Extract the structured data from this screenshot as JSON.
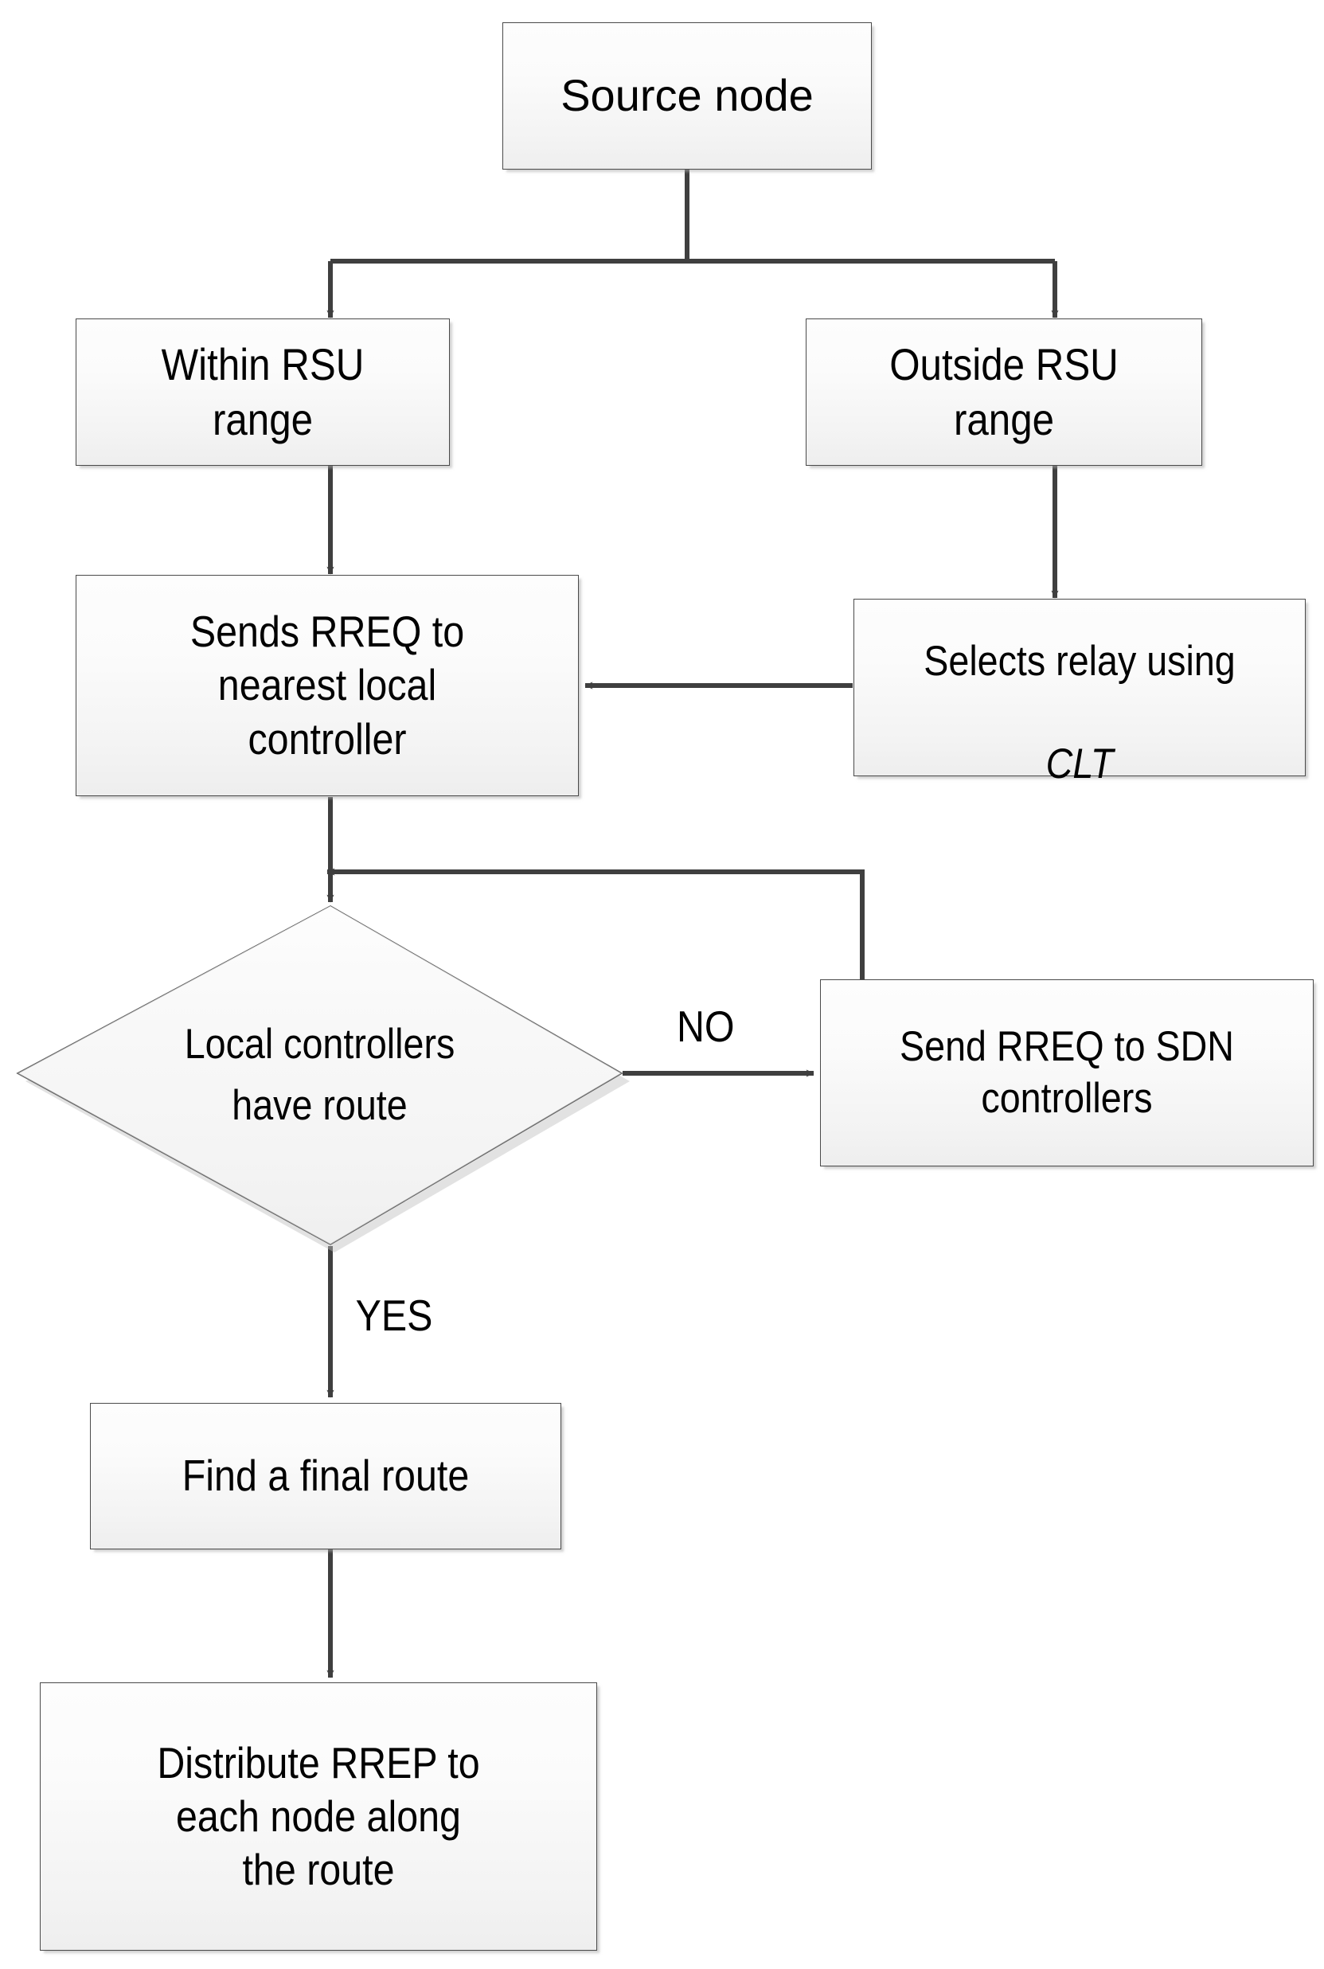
{
  "diagram": {
    "title": "SDN-VANET routing request flowchart",
    "background_color": "#ffffff",
    "node_fill_top": "#fdfdfd",
    "node_fill_bottom": "#eeeeee",
    "node_border_color": "#4a4a4a",
    "connector_color": "#3f3f3f",
    "text_color": "#000000"
  },
  "nodes": {
    "source": {
      "label": "Source node",
      "shape": "rectangle"
    },
    "within_rsu": {
      "label": "Within RSU range",
      "shape": "rectangle"
    },
    "outside_rsu": {
      "label": "Outside RSU range",
      "shape": "rectangle"
    },
    "sends_rreq_local": {
      "label": "Sends RREQ to\nnearest local\ncontroller",
      "shape": "rectangle"
    },
    "selects_relay": {
      "label_line1": "Selects relay using",
      "label_line2": "CLT",
      "shape": "rectangle"
    },
    "decision": {
      "label": "Local controllers\nhave  route",
      "shape": "diamond"
    },
    "send_rreq_sdn": {
      "label": "Send RREQ to SDN\ncontrollers",
      "shape": "rectangle"
    },
    "find_route": {
      "label": "Find a final route",
      "shape": "rectangle"
    },
    "distribute_rrep": {
      "label": "Distribute RREP to\neach node along\nthe route",
      "shape": "rectangle"
    }
  },
  "edge_labels": {
    "no": "NO",
    "yes": "YES"
  },
  "flow": [
    {
      "from": "source",
      "to": "within_rsu",
      "label": ""
    },
    {
      "from": "source",
      "to": "outside_rsu",
      "label": ""
    },
    {
      "from": "within_rsu",
      "to": "sends_rreq_local",
      "label": ""
    },
    {
      "from": "outside_rsu",
      "to": "selects_relay",
      "label": ""
    },
    {
      "from": "selects_relay",
      "to": "sends_rreq_local",
      "label": ""
    },
    {
      "from": "sends_rreq_local",
      "to": "decision",
      "label": ""
    },
    {
      "from": "decision",
      "to": "send_rreq_sdn",
      "label": "NO"
    },
    {
      "from": "send_rreq_sdn",
      "to": "decision",
      "label": ""
    },
    {
      "from": "decision",
      "to": "find_route",
      "label": "YES"
    },
    {
      "from": "find_route",
      "to": "distribute_rrep",
      "label": ""
    }
  ]
}
